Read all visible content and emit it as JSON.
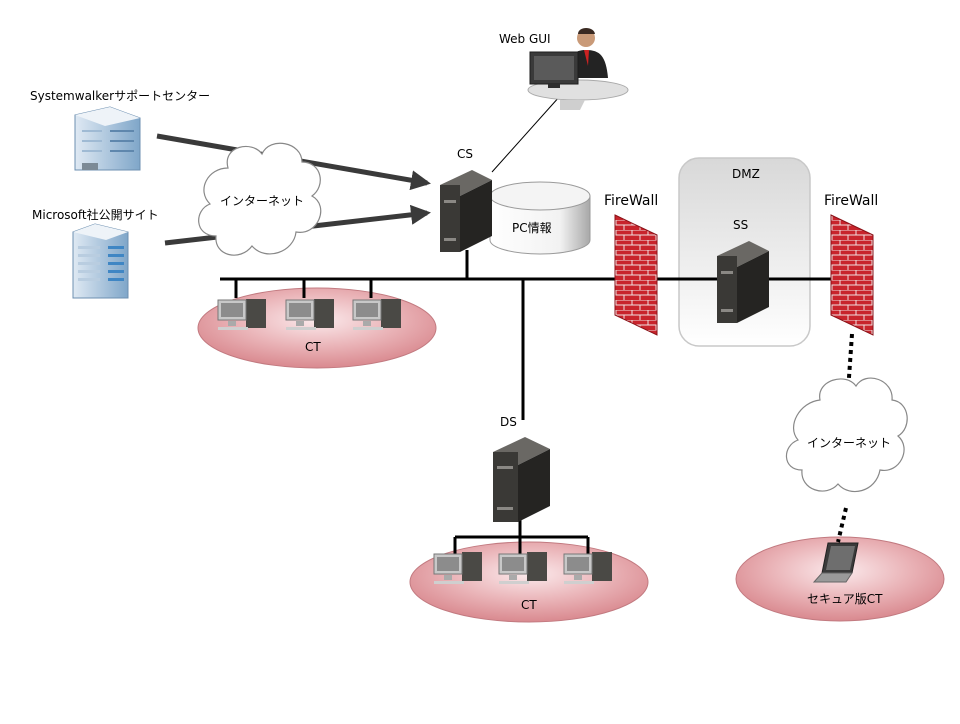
{
  "labels": {
    "web_gui": "Web GUI",
    "support_center": "Systemwalkerサポートセンター",
    "microsoft_site": "Microsoft社公開サイト",
    "internet_left": "インターネット",
    "cs": "CS",
    "pc_info": "PC情報",
    "firewall_left": "FireWall",
    "dmz": "DMZ",
    "ss": "SS",
    "firewall_right": "FireWall",
    "ct_left": "CT",
    "ds": "DS",
    "ct_bottom": "CT",
    "internet_right": "インターネット",
    "secure_ct": "セキュア版CT"
  },
  "colors": {
    "firewall_brick": "#c8242c",
    "zone_fill": "#e6a8ab",
    "server_body": "#3a3936",
    "network_line": "#000000"
  },
  "icons": {
    "user": "person-at-computer-icon",
    "building": "office-building-icon",
    "cloud": "cloud-icon",
    "server": "server-tower-icon",
    "database": "database-cylinder-icon",
    "firewall": "brick-wall-icon",
    "client": "desktop-pc-icon",
    "laptop": "laptop-icon"
  }
}
